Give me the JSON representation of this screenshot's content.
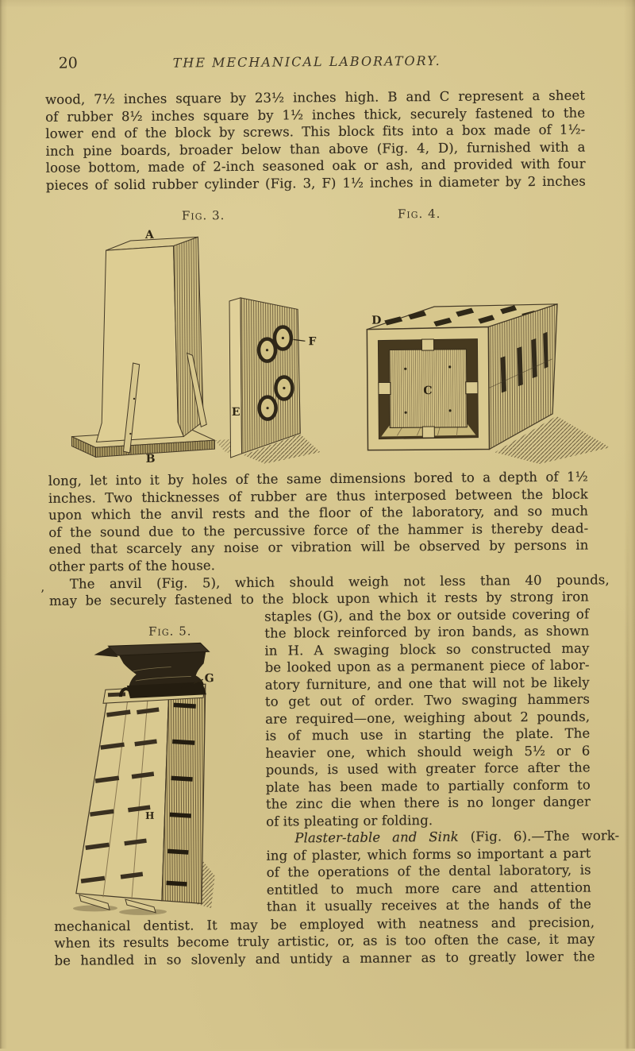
{
  "page": {
    "number": "20",
    "running_head": "THE MECHANICAL LABORATORY.",
    "paper_color": "#d5c58d",
    "ink_color": "#332b1e"
  },
  "figures": {
    "fig3": {
      "caption": "Fig. 3.",
      "labels": {
        "a": "A",
        "b": "B",
        "e": "E",
        "f": "F"
      }
    },
    "fig4": {
      "caption": "Fig. 4.",
      "labels": {
        "d": "D",
        "c": "C"
      }
    },
    "fig5": {
      "caption": "Fig. 5.",
      "labels": {
        "g": "G",
        "h": "H"
      }
    }
  },
  "text": {
    "stray_mark": "’",
    "top": [
      "wood, 7½ inches square by 23½ inches high.  B and C represent a sheet",
      "of rubber 8½ inches square by 1½ inches thick, securely fastened to the",
      "lower end of the block by screws.  This block fits into a box made of 1½-",
      "inch pine boards, broader below than above (Fig. 4, D), furnished with a",
      "loose bottom, made of 2-inch seasoned oak or ash, and provided with four",
      "pieces of solid rubber cylinder (Fig. 3, F) 1½ inches in diameter by 2 inches"
    ],
    "mid": [
      "long, let into it by holes of the same dimensions bored to a depth of 1½",
      "inches.  Two thicknesses of rubber are thus interposed between the block",
      "upon which the anvil rests and the floor of the laboratory, and so much",
      "of the sound due to the percussive force of the hammer is thereby dead-",
      "ened that scarcely any noise or vibration will be observed by persons in",
      "other parts of the house.",
      "The anvil (Fig. 5), which should weigh not less than 40 pounds,",
      "may be securely fastened to the block upon which it rests by strong iron"
    ],
    "wrap": [
      "staples (G), and the box or outside covering of",
      "the block reinforced by iron bands, as shown",
      "in H.  A swaging block so constructed may",
      "be looked upon as a permanent piece of labor-",
      "atory furniture, and one that will not be likely",
      "to get out of order.  Two swaging hammers",
      "are required—one, weighing about 2 pounds,",
      "is of much use in starting the plate.  The",
      "heavier one, which should weigh 5½ or 6",
      "pounds, is used with greater force after the",
      "plate has been made to partially conform to",
      "the zinc die when there is no longer danger",
      "of its pleating or folding."
    ],
    "plaster_italic": "Plaster-table and Sink",
    "plaster_rest": " (Fig. 6).—The work-",
    "wrap2": [
      "ing of plaster, which forms so important a part",
      "of the operations of the dental laboratory, is",
      "entitled to much more care and attention",
      "than it usually receives at the hands of the"
    ],
    "bottom": [
      "mechanical dentist.  It may be employed with neatness and precision,",
      "when its results become truly artistic, or, as is too often the case, it may",
      "be handled in so slovenly and untidy a manner as to greatly lower the"
    ]
  }
}
